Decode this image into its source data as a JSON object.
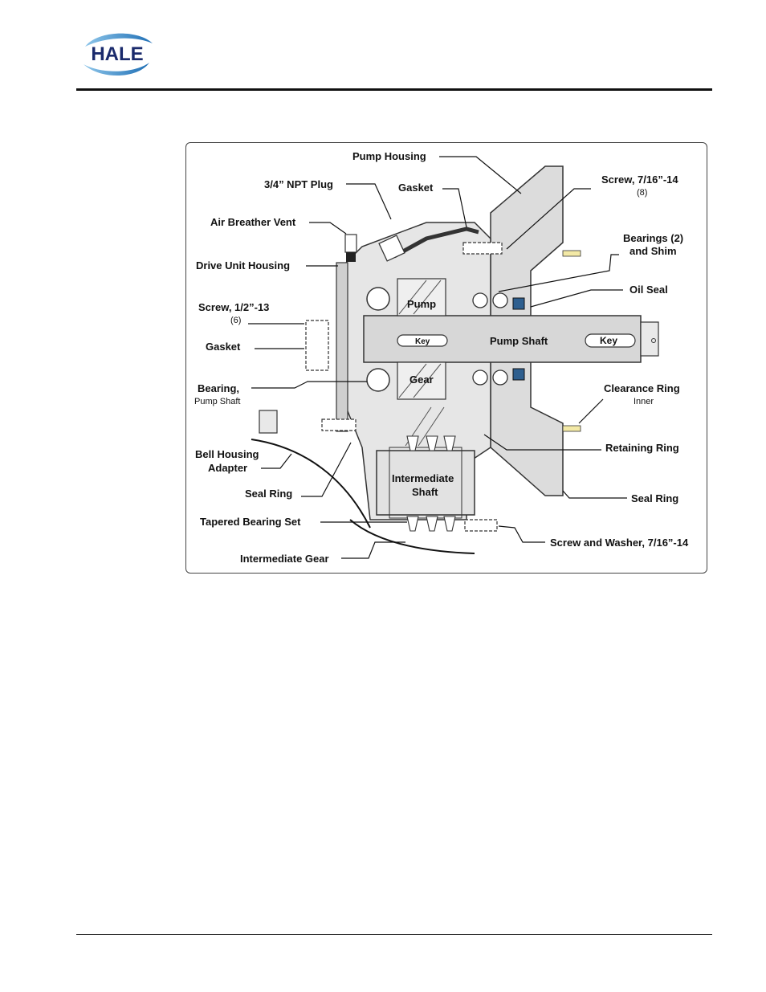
{
  "header": {
    "logo_text": "HALE"
  },
  "diagram": {
    "labels": {
      "pump_housing": "Pump Housing",
      "npt_plug": "3/4” NPT Plug",
      "gasket_top": "Gasket",
      "screw_7_16": "Screw, 7/16”-14",
      "screw_7_16_qty": "(8)",
      "air_breather_vent": "Air Breather Vent",
      "bearings_line1": "Bearings (2)",
      "bearings_line2": "and Shim",
      "drive_unit_housing": "Drive Unit Housing",
      "oil_seal": "Oil Seal",
      "screw_1_2": "Screw, 1/2”-13",
      "screw_1_2_qty": "(6)",
      "gasket_left": "Gasket",
      "bearing_line1": "Bearing,",
      "bearing_line2": "Pump Shaft",
      "clearance_ring_line1": "Clearance Ring",
      "clearance_ring_line2": "Inner",
      "bell_housing_line1": "Bell Housing",
      "bell_housing_line2": "Adapter",
      "retaining_ring": "Retaining Ring",
      "seal_ring_left": "Seal Ring",
      "seal_ring_right": "Seal Ring",
      "tapered_bearing_set": "Tapered Bearing Set",
      "screw_washer": "Screw and Washer, 7/16”-14",
      "intermediate_gear": "Intermediate Gear"
    },
    "inner": {
      "pump": "Pump",
      "gear": "Gear",
      "pump_shaft": "Pump Shaft",
      "key_left": "Key",
      "key_right": "Key",
      "intermediate_line1": "Intermediate",
      "intermediate_line2": "Shaft"
    },
    "colors": {
      "housing": "#dcdcdc",
      "dark": "#555555",
      "accent_yellow": "#f3e9a6",
      "seal_blue": "#2e5f8f"
    }
  }
}
